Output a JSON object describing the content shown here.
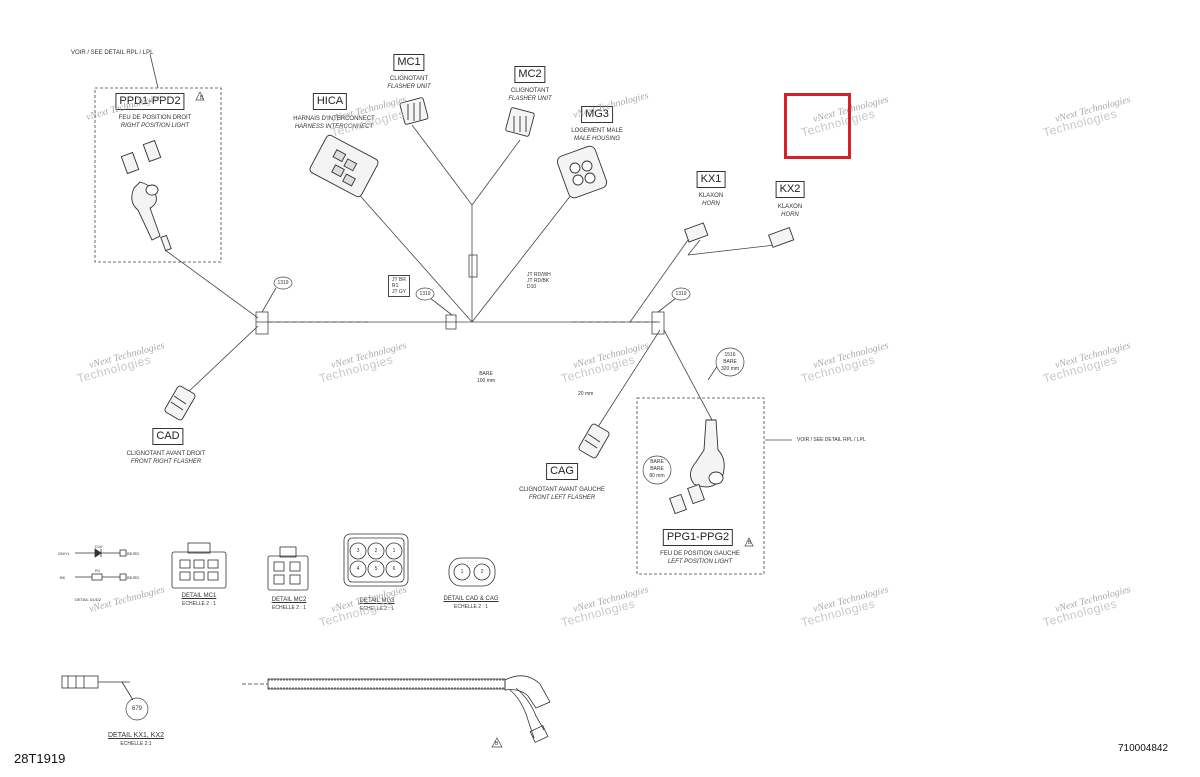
{
  "doc": {
    "sheet_id": "28T1919",
    "drawing_number": "710004842"
  },
  "watermark": {
    "line1": "vNext Technologies",
    "line2": "Technologies"
  },
  "components": {
    "ppd": {
      "code": "PPD1-PPD2",
      "label_fr": "FEU DE POSITION DROIT",
      "label_en": "RIGHT POSITION LIGHT",
      "note": "VOIR / SEE DETAIL RPL / LPL"
    },
    "hica": {
      "code": "HICA",
      "label_fr": "HARNAIS D'INTERCONNECT",
      "label_en": "HARNESS INTERCONNECT"
    },
    "mc1": {
      "code": "MC1",
      "label_fr": "CLIGNOTANT",
      "label_en": "FLASHER UNIT"
    },
    "mc2": {
      "code": "MC2",
      "label_fr": "CLIGNOTANT",
      "label_en": "FLASHER UNIT"
    },
    "mg3": {
      "code": "MG3",
      "label_fr": "LOGEMENT MALE",
      "label_en": "MALE HOUSING"
    },
    "kx1": {
      "code": "KX1",
      "label_fr": "KLAXON",
      "label_en": "HORN"
    },
    "kx2": {
      "code": "KX2",
      "label_fr": "KLAXON",
      "label_en": "HORN"
    },
    "cad": {
      "code": "CAD",
      "label_fr": "CLIGNOTANT AVANT DROIT",
      "label_en": "FRONT RIGHT FLASHER"
    },
    "cag": {
      "code": "CAG",
      "label_fr": "CLIGNOTANT AVANT GAUCHE",
      "label_en": "FRONT LEFT FLASHER"
    },
    "ppg": {
      "code": "PPG1-PPG2",
      "label_fr": "FEU DE POSITION GAUCHE",
      "label_en": "LEFT POSITION LIGHT",
      "note": "VOIR / SEE DETAIL RPL / LPL"
    }
  },
  "callouts": {
    "c1319_left": "1319",
    "c1319_mid": "1319",
    "c1319_right": "1319",
    "jt_left": [
      "JT BR",
      "R1",
      "JT GY"
    ],
    "jt_right": [
      "JT RD/WH",
      "JT RD/BK",
      "D10"
    ],
    "bare_center": [
      "BARE",
      "100 mm"
    ],
    "c1516": [
      "1516",
      "BARE",
      "320 mm"
    ],
    "len_20mm": "20 mm",
    "bare_80": [
      "BARE",
      "BARE",
      "80 mm"
    ],
    "rev_b": "B",
    "rev_b2": "B",
    "rev_b3": "B"
  },
  "details": {
    "diode": {
      "title": "DETAIL D1/D2",
      "rows": [
        "GN/YL",
        "D10",
        "BE/RD",
        "BK",
        "R1",
        "BE/RD"
      ]
    },
    "mc1": {
      "title": "DETAIL MC1",
      "scale": "ECHELLE 2 : 1"
    },
    "mc2": {
      "title": "DETAIL MC2",
      "scale": "ECHELLE 2 : 1"
    },
    "mg3": {
      "title": "DETAIL MG3",
      "scale": "ECHELLE 2 : 1",
      "pins": [
        "3",
        "2",
        "1",
        "4",
        "5",
        "6"
      ]
    },
    "cad_cag": {
      "title": "DETAIL CAD & CAG",
      "scale": "ECHELLE 2 : 1",
      "pins": [
        "1",
        "2"
      ]
    },
    "kx": {
      "title": "DETAIL KX1, KX2",
      "scale": "ECHELLE 2:1",
      "balloon": "679"
    }
  },
  "highlight_color": "#d42027"
}
